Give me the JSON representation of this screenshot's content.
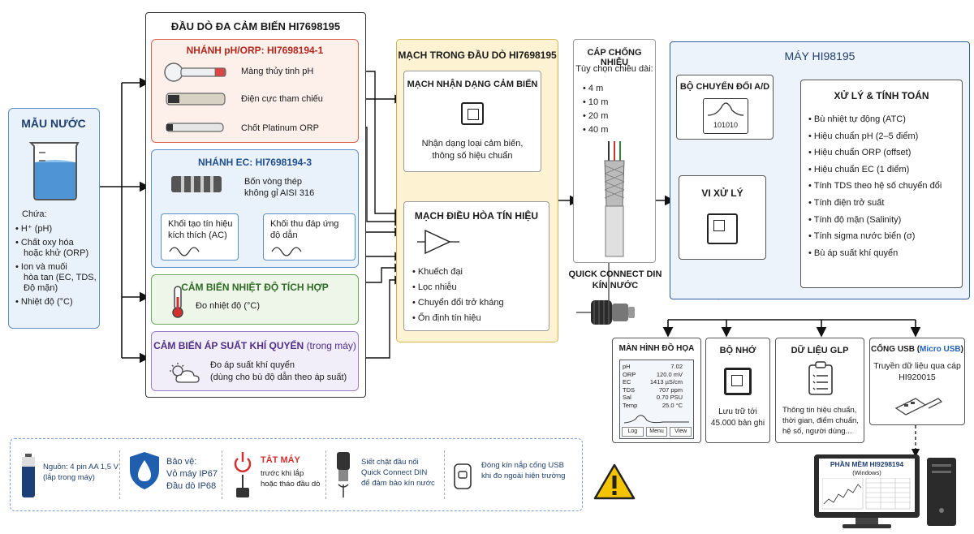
{
  "sample": {
    "title": "MẪU NƯỚC",
    "contains_label": "Chứa:",
    "items": [
      "H⁺ (pH)",
      "Chất oxy hóa\nhoặc khử (ORP)",
      "Ion và muối\nhòa tan (EC, TDS,\nĐộ mặn)",
      "Nhiệt độ (°C)"
    ]
  },
  "probe": {
    "title": "ĐẦU DÒ ĐA CẢM BIẾN HI7698195",
    "ph_branch": {
      "title": "NHÁNH pH/ORP: HI7698194-1",
      "items": [
        "Màng thủy tinh pH",
        "Điện cực tham chiếu",
        "Chốt Platinum ORP"
      ]
    },
    "ec_branch": {
      "title": "NHÁNH EC: HI7698194-3",
      "desc": "Bốn vòng thép\nkhông gỉ AISI 316",
      "gen": "Khối tạo tín hiệu\nkích thích (AC)",
      "recv": "Khối thu đáp ứng\nđộ dẫn"
    },
    "temp": {
      "title": "CẢM BIẾN NHIỆT ĐỘ TÍCH HỢP",
      "desc": "Đo nhiệt độ (°C)"
    },
    "pressure": {
      "title": "CẢM BIẾN ÁP SUẤT KHÍ QUYỂN",
      "title_note": "(trong máy)",
      "desc": "Đo áp suất khí quyển\n(dùng cho bù độ dẫn theo áp suất)"
    }
  },
  "circuit": {
    "title": "MẠCH TRONG ĐẦU DÒ HI7698195",
    "ident": {
      "title": "MẠCH NHẬN DẠNG CẢM BIẾN",
      "desc": "Nhận dạng loại cảm biến,\nthông số hiệu chuẩn"
    },
    "cond": {
      "title": "MẠCH ĐIỀU HÒA TÍN HIỆU",
      "items": [
        "Khuếch đại",
        "Lọc nhiễu",
        "Chuyển đổi trở kháng",
        "Ổn định tín hiệu"
      ]
    }
  },
  "cable": {
    "title": "CÁP CHỐNG NHIỄU",
    "subtitle": "Tùy chọn chiều dài:",
    "lengths": [
      "4 m",
      "10 m",
      "20 m",
      "40 m"
    ],
    "connector": "QUICK CONNECT DIN\nKÍN NƯỚC"
  },
  "meter": {
    "title": "MÁY HI98195",
    "adc": {
      "title": "BỘ CHUYỂN ĐỔI A/D",
      "code": "101010"
    },
    "cpu": {
      "title": "VI XỬ LÝ"
    },
    "proc": {
      "title": "XỬ LÝ & TÍNH TOÁN",
      "items": [
        "Bù nhiệt tự động (ATC)",
        "Hiệu chuẩn pH (2–5 điểm)",
        "Hiệu chuẩn ORP (offset)",
        "Hiệu chuẩn EC (1 điểm)",
        "Tính TDS theo hệ số chuyển đổi",
        "Tính điện trở suất",
        "Tính độ mặn (Salinity)",
        "Tính sigma nước biển (σ)",
        "Bù áp suất khí quyển"
      ]
    }
  },
  "display": {
    "title": "MÀN HÌNH ĐỒ HỌA",
    "rows": [
      {
        "k": "pH",
        "v": "7.02"
      },
      {
        "k": "ORP",
        "v": "120.0 mV"
      },
      {
        "k": "EC",
        "v": "1413 µS/cm"
      },
      {
        "k": "TDS",
        "v": "707 ppm"
      },
      {
        "k": "Sal",
        "v": "0.70 PSU"
      },
      {
        "k": "Temp",
        "v": "25.0 °C"
      }
    ],
    "buttons": [
      "Log",
      "Menu",
      "View"
    ]
  },
  "memory": {
    "title": "BỘ NHỚ",
    "desc": "Lưu trữ tới\n45.000 bản ghi"
  },
  "glp": {
    "title": "DỮ LIỆU GLP",
    "desc": "Thông tin hiệu chuẩn,\nthời gian, điểm chuẩn,\nhệ số, người dùng..."
  },
  "usb": {
    "title_a": "CỔNG USB (",
    "title_b": "Micro USB",
    "title_c": ")",
    "desc": "Truyền dữ liệu qua cáp\nHI920015"
  },
  "software": {
    "title": "PHẦN MỀM HI9298194",
    "subtitle": "(Windows)"
  },
  "footer": {
    "battery": "Nguồn: 4 pin AA 1,5 V\n(lắp trong máy)",
    "protect_title": "Bảo vệ:",
    "protect": "Vỏ máy IP67\nĐầu dò IP68",
    "off_title": "TẮT MÁY",
    "off": "trước khi lắp\nhoặc tháo đầu dò",
    "connect": "Siết chặt đầu nối\nQuick Connect DIN\nđể đảm bảo kín nước",
    "usb_seal": "Đóng kín nắp cổng USB\nkhi đo ngoài hiện trường"
  },
  "colors": {
    "ph_border": "#d9634f",
    "ph_bg": "#fdf0ea",
    "ph_title": "#b3261e",
    "ec_border": "#5c8fc9",
    "ec_bg": "#e9f1fa",
    "ec_title": "#1f4e8c",
    "temp_border": "#6aa85c",
    "temp_bg": "#eef6ea",
    "temp_title": "#2e6b23",
    "pres_border": "#9b7fc4",
    "pres_bg": "#f2eef9",
    "pres_title": "#4f2f86",
    "circuit_bg": "#fdf3d2",
    "circuit_border": "#d6b24a",
    "meter_bg": "#edf3fb",
    "meter_border": "#2f5d9c",
    "warn": "#f5c400",
    "alert_red": "#d32f2f"
  }
}
